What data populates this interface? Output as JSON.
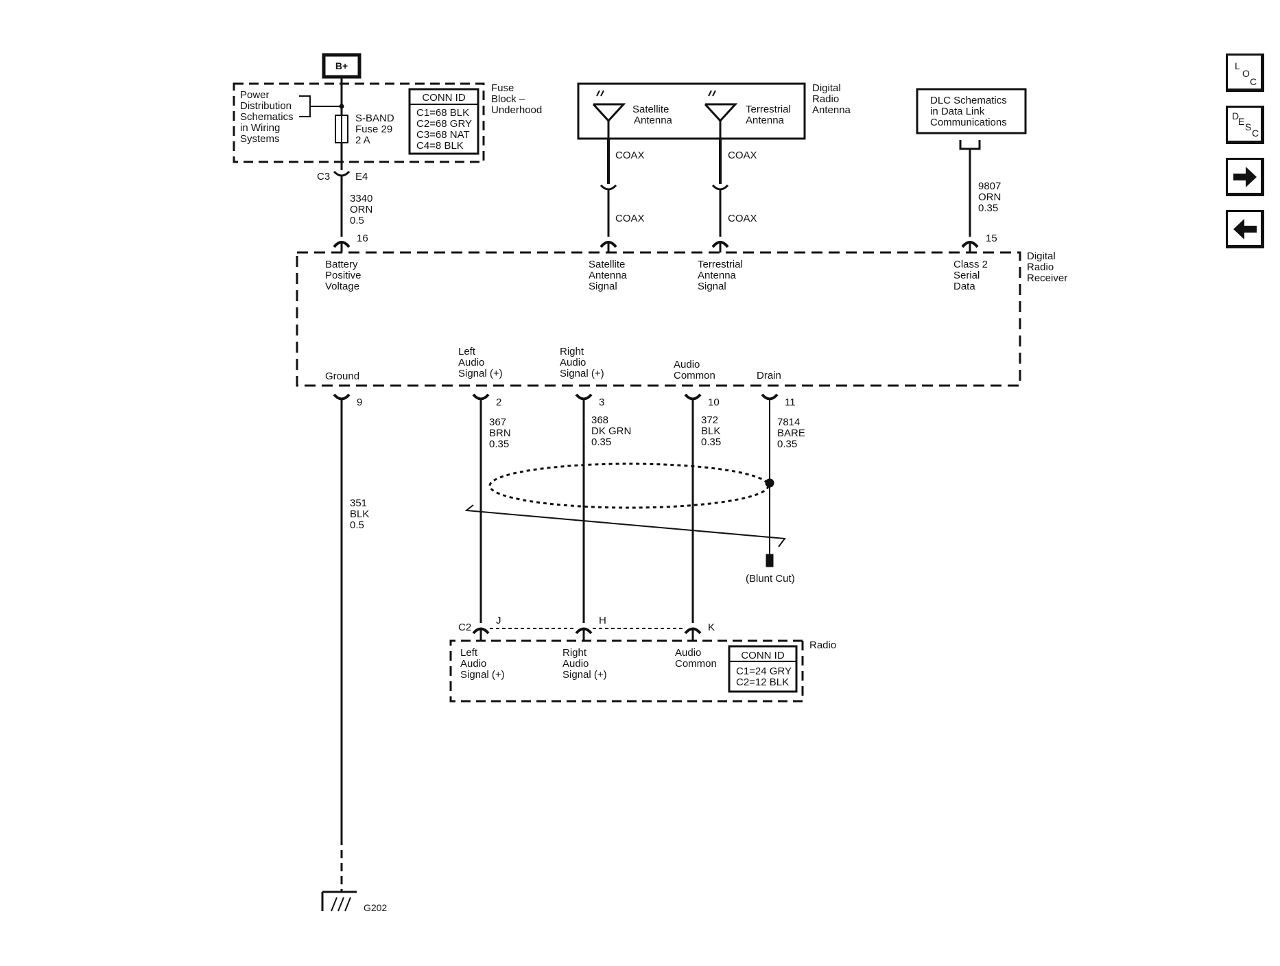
{
  "power": {
    "bplus": "B+"
  },
  "fuse_block": {
    "side_text": [
      "Power",
      "Distribution",
      "Schematics",
      "in Wiring",
      "Systems"
    ],
    "fuse": [
      "S-BAND",
      "Fuse 29",
      "2 A"
    ],
    "conn_title": "CONN ID",
    "conn": [
      "C1=68 BLK",
      "C2=68 GRY",
      "C3=68 NAT",
      "C4=8 BLK"
    ],
    "label": [
      "Fuse",
      "Block –",
      "Underhood"
    ],
    "pin_left": "C3",
    "pin_right": "E4"
  },
  "battery_wire": [
    "3340",
    "ORN",
    "0.5"
  ],
  "antenna": {
    "label": [
      "Digital",
      "Radio",
      "Antenna"
    ],
    "satellite": [
      "Satellite",
      "Antenna"
    ],
    "terrestrial": [
      "Terrestrial",
      "Antenna"
    ],
    "coax": "COAX"
  },
  "dlc": {
    "box": [
      "DLC Schematics",
      "in Data Link",
      "Communications"
    ],
    "wire": [
      "9807",
      "ORN",
      "0.35"
    ]
  },
  "receiver": {
    "label": [
      "Digital",
      "Radio",
      "Receiver"
    ],
    "pins_top": {
      "battery": {
        "num": "16",
        "name": [
          "Battery",
          "Positive",
          "Voltage"
        ]
      },
      "satellite": {
        "name": [
          "Satellite",
          "Antenna",
          "Signal"
        ]
      },
      "terrestrial": {
        "name": [
          "Terrestrial",
          "Antenna",
          "Signal"
        ]
      },
      "class2": {
        "num": "15",
        "name": [
          "Class 2",
          "Serial",
          "Data"
        ]
      }
    },
    "pins_bottom": {
      "ground": {
        "num": "9",
        "name": [
          "Ground"
        ]
      },
      "left": {
        "num": "2",
        "name": [
          "Left",
          "Audio",
          "Signal (+)"
        ]
      },
      "right": {
        "num": "3",
        "name": [
          "Right",
          "Audio",
          "Signal (+)"
        ]
      },
      "common": {
        "num": "10",
        "name": [
          "Audio",
          "Common"
        ]
      },
      "drain": {
        "num": "11",
        "name": [
          "Drain"
        ]
      }
    }
  },
  "wires": {
    "ground": [
      "351",
      "BLK",
      "0.5"
    ],
    "left": [
      "367",
      "BRN",
      "0.35"
    ],
    "right": [
      "368",
      "DK GRN",
      "0.35"
    ],
    "common": [
      "372",
      "BLK",
      "0.35"
    ],
    "drain": [
      "7814",
      "BARE",
      "0.35"
    ]
  },
  "blunt_cut": "(Blunt Cut)",
  "radio": {
    "label": "Radio",
    "connector": "C2",
    "pins": [
      "J",
      "H",
      "K"
    ],
    "left": [
      "Left",
      "Audio",
      "Signal (+)"
    ],
    "right": [
      "Right",
      "Audio",
      "Signal (+)"
    ],
    "common": [
      "Audio",
      "Common"
    ],
    "conn_title": "CONN ID",
    "conn": [
      "C1=24 GRY",
      "C2=12 BLK"
    ]
  },
  "ground_label": "G202",
  "nav": {
    "loc": [
      "L",
      "O",
      "C"
    ],
    "desc": [
      "D",
      "E",
      "S",
      "C"
    ]
  }
}
